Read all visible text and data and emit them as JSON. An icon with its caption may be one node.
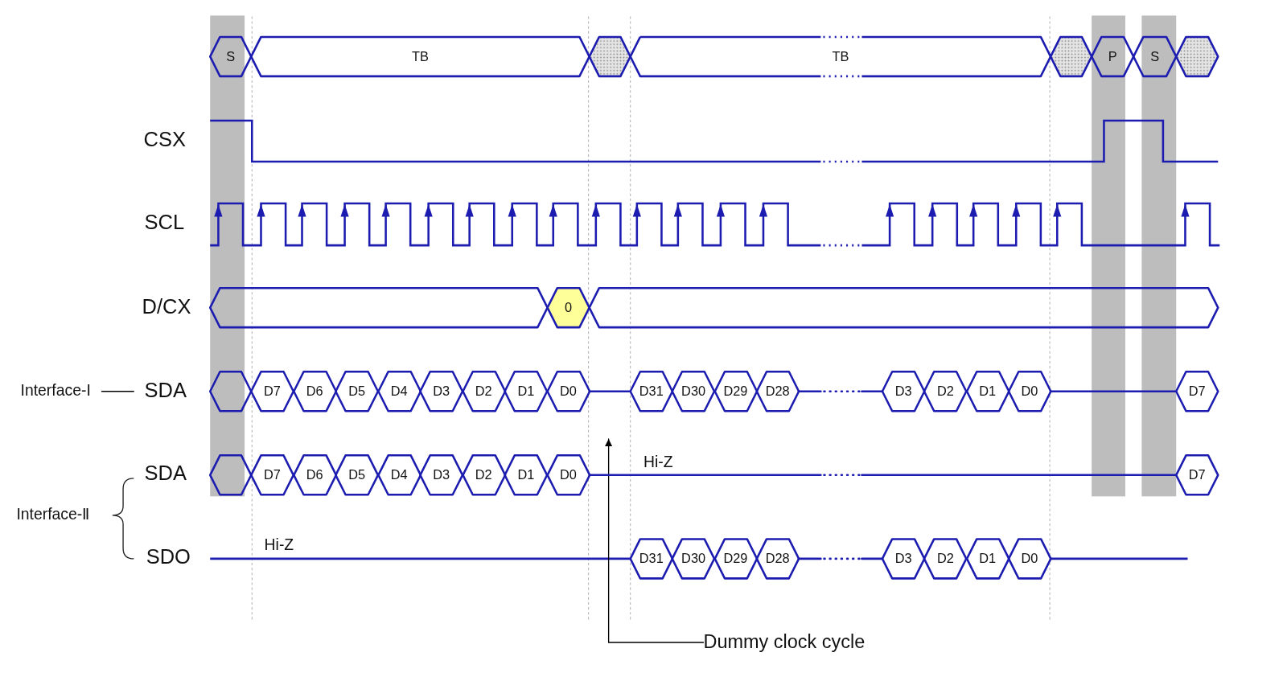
{
  "diagram": {
    "nodes": [
      {
        "text": [
          "S"
        ]
      },
      {
        "text": [
          "TB"
        ]
      },
      {
        "text": [],
        "shape": "hexagon"
      },
      {
        "text": [
          "TB"
        ]
      },
      {
        "text": [],
        "shape": "hexagon"
      },
      {
        "text": [
          "P"
        ]
      },
      {
        "text": [
          "S"
        ]
      },
      {
        "text": [],
        "shape": "hexagon"
      },
      {
        "text": [],
        "shape": "hexagon"
      },
      {
        "text": [
          "0"
        ]
      },
      {
        "text": [],
        "shape": "hexagon"
      },
      {
        "text": [
          "Interface-I"
        ]
      },
      {
        "text": [
          "SDA"
        ]
      },
      {
        "text": [],
        "shape": "hexagon"
      },
      {
        "text": [
          "D7"
        ]
      },
      {
        "text": [
          "D6"
        ]
      },
      {
        "text": [
          "D5"
        ]
      },
      {
        "text": [
          "D4"
        ]
      },
      {
        "text": [
          "D3"
        ]
      },
      {
        "text": [
          "D2"
        ]
      },
      {
        "text": [
          "D1"
        ]
      },
      {
        "text": [
          "D0"
        ]
      },
      {
        "text": [
          "D31"
        ]
      },
      {
        "text": [
          "D30"
        ]
      },
      {
        "text": [
          "D29"
        ]
      },
      {
        "text": [
          "D28"
        ]
      },
      {
        "text": [
          "D3"
        ]
      },
      {
        "text": [
          "D2"
        ]
      },
      {
        "text": [
          "D1"
        ]
      },
      {
        "text": [
          "D0"
        ]
      },
      {
        "text": [
          "D7"
        ]
      },
      {
        "text": [],
        "shape": "hexagon"
      },
      {
        "text": [
          "D7"
        ]
      },
      {
        "text": [
          "D6"
        ]
      },
      {
        "text": [
          "D5"
        ]
      },
      {
        "text": [
          "D4"
        ]
      },
      {
        "text": [
          "D3"
        ]
      },
      {
        "text": [
          "D2"
        ]
      },
      {
        "text": [
          "D1"
        ]
      },
      {
        "text": [
          "D0"
        ]
      },
      {
        "text": [
          "D7"
        ]
      },
      {
        "text": [
          "D31"
        ]
      },
      {
        "text": [
          "D30"
        ]
      },
      {
        "text": [
          "D29"
        ]
      },
      {
        "text": [
          "D28"
        ]
      },
      {
        "text": [
          "D3"
        ]
      },
      {
        "text": [
          "D2"
        ]
      },
      {
        "text": [
          "D1"
        ]
      },
      {
        "text": [
          "D0"
        ]
      },
      {
        "text": [
          "Dummy clock cycle"
        ]
      }
    ],
    "edges": [
      {
        "from": 11,
        "to": 12,
        "arrow": "none",
        "color": "#000000"
      },
      {
        "from": 49,
        "to": null,
        "arrow": "to",
        "color": "#000000"
      },
      {
        "from": 21,
        "to": 22,
        "arrow": "none"
      },
      {
        "from": 25,
        "to": 26,
        "arrow": "none"
      },
      {
        "from": 29,
        "to": 30,
        "arrow": "none"
      },
      {
        "from": 39,
        "to": 40,
        "arrow": "none"
      },
      {
        "from": 44,
        "to": 45,
        "arrow": "none"
      }
    ],
    "labels": [
      "CSX",
      "SCL",
      "D/CX",
      "SDA",
      "Hi-Z",
      "Interface-Ⅱ",
      "SDO",
      "Hi-Z"
    ]
  }
}
